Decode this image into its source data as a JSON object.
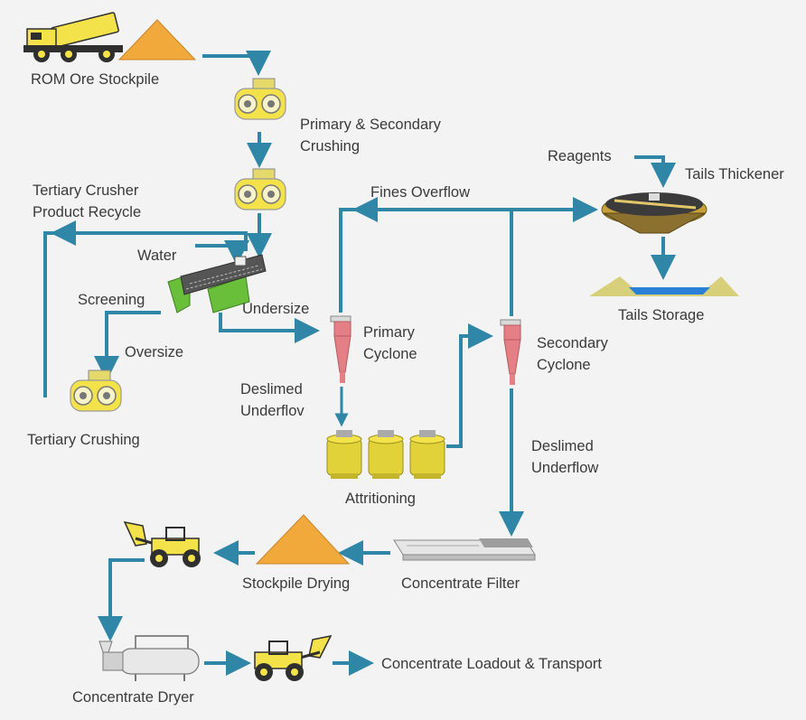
{
  "diagram": {
    "colors": {
      "flow": "#2f86a6",
      "equipment_yellow": "#f3e24a",
      "stockpile_orange": "#f2a93b",
      "screen_green": "#6abf3a",
      "cyclone_pink": "#e57f86",
      "water_blue": "#2a7fd6",
      "sand": "#d7cf7a",
      "dark": "#2f2f2f"
    },
    "labels": {
      "rom_ore_stockpile": "ROM Ore Stockpile",
      "primary_secondary_crushing_1": "Primary & Secondary",
      "primary_secondary_crushing_2": "Crushing",
      "tertiary_recycle_1": "Tertiary Crusher",
      "tertiary_recycle_2": "Product Recycle",
      "water": "Water",
      "screening": "Screening",
      "oversize": "Oversize",
      "undersize": "Undersize",
      "tertiary_crushing": "Tertiary Crushing",
      "fines_overflow": "Fines Overflow",
      "reagents": "Reagents",
      "tails_thickener": "Tails Thickener",
      "tails_storage": "Tails Storage",
      "primary_cyclone_1": "Primary",
      "primary_cyclone_2": "Cyclone",
      "secondary_cyclone_1": "Secondary",
      "secondary_cyclone_2": "Cyclone",
      "deslimed_underflow_left_1": "Deslimed",
      "deslimed_underflow_left_2": "Underflov",
      "deslimed_underflow_right_1": "Deslimed",
      "deslimed_underflow_right_2": "Underflow",
      "attritioning": "Attritioning",
      "stockpile_drying": "Stockpile Drying",
      "concentrate_filter": "Concentrate Filter",
      "concentrate_dryer": "Concentrate Dryer",
      "concentrate_loadout": "Concentrate Loadout & Transport"
    }
  }
}
